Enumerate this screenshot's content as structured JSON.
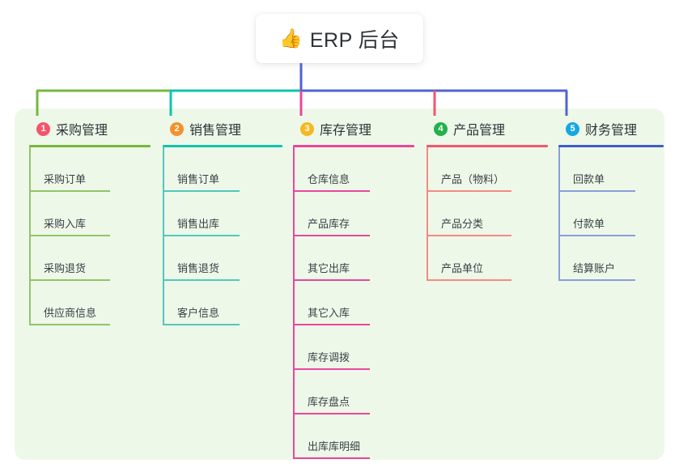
{
  "root": {
    "emoji": "👍",
    "emoji_name": "thumbs-up-icon",
    "title": "ERP 后台"
  },
  "theme": {
    "panel_bg": "#eef8e9",
    "card_bg": "#ffffff",
    "text": "#2e3338",
    "leaf_text": "#3b4046"
  },
  "connector": {
    "segments": [
      {
        "name": "trunk-vertical",
        "color": "#4f63d2"
      },
      {
        "name": "bar-green",
        "color": "#76b83f"
      },
      {
        "name": "bar-teal",
        "color": "#10c4ac"
      },
      {
        "name": "bar-blue",
        "color": "#4f63d2"
      }
    ],
    "drops": [
      {
        "name": "drop-purchase",
        "color": "#76b83f"
      },
      {
        "name": "drop-sales",
        "color": "#10c4ac"
      },
      {
        "name": "drop-inventory",
        "color": "#e8479c"
      },
      {
        "name": "drop-product",
        "color": "#f4556b"
      },
      {
        "name": "drop-finance",
        "color": "#4f63d2"
      }
    ]
  },
  "columns": [
    {
      "number": "1",
      "title": "采购管理",
      "badge_color": "#f4556b",
      "rule_color": "#76b83f",
      "line_color": "#90c46a",
      "items": [
        {
          "label": "采购订单"
        },
        {
          "label": "采购入库"
        },
        {
          "label": "采购退货"
        },
        {
          "label": "供应商信息"
        }
      ]
    },
    {
      "number": "2",
      "title": "销售管理",
      "badge_color": "#f5902b",
      "rule_color": "#10c4ac",
      "line_color": "#4fc9bb",
      "items": [
        {
          "label": "销售订单"
        },
        {
          "label": "销售出库"
        },
        {
          "label": "销售退货"
        },
        {
          "label": "客户信息"
        }
      ]
    },
    {
      "number": "3",
      "title": "库存管理",
      "badge_color": "#f5b820",
      "rule_color": "#e8479c",
      "line_color": "#e8479c",
      "items": [
        {
          "label": "仓库信息"
        },
        {
          "label": "产品库存"
        },
        {
          "label": "其它出库"
        },
        {
          "label": "其它入库"
        },
        {
          "label": "库存调拨"
        },
        {
          "label": "库存盘点"
        },
        {
          "label": "出库库明细"
        }
      ]
    },
    {
      "number": "4",
      "title": "产品管理",
      "badge_color": "#22b14c",
      "rule_color": "#f4556b",
      "line_color": "#f38a85",
      "items": [
        {
          "label": "产品（物料）"
        },
        {
          "label": "产品分类"
        },
        {
          "label": "产品单位"
        }
      ]
    },
    {
      "number": "5",
      "title": "财务管理",
      "badge_color": "#16a8e0",
      "rule_color": "#3f5fc4",
      "line_color": "#8a9ed9",
      "items": [
        {
          "label": "回款单"
        },
        {
          "label": "付款单"
        },
        {
          "label": "结算账户"
        }
      ]
    }
  ]
}
